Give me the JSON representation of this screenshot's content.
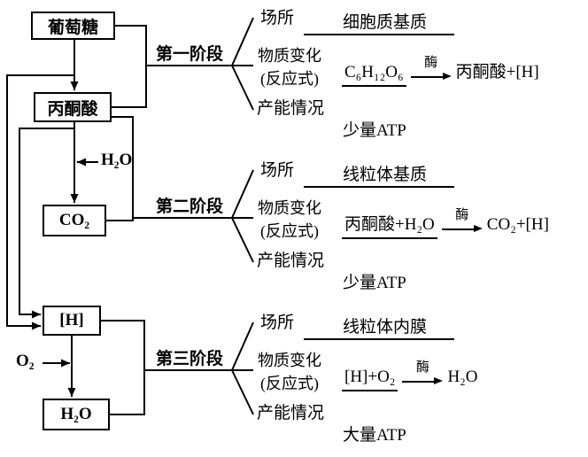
{
  "flowchart": {
    "glucose": "葡萄糖",
    "pyruvate": "丙酮酸",
    "co2": "CO₂",
    "h": "[H]",
    "h2o_box": "H₂O",
    "h2o_input": "H₂O",
    "o2_input": "O₂"
  },
  "stages": [
    {
      "label": "第一阶段",
      "site_label": "场所",
      "site_value": "细胞质基质",
      "change_label_1": "物质变化",
      "change_label_2": "(反应式)",
      "reaction": {
        "reactant": "C₆H₁₂O₆",
        "enzyme": "酶",
        "product": "丙酮酸+[H]"
      },
      "energy_label": "产能情况",
      "energy_value": "少量ATP"
    },
    {
      "label": "第二阶段",
      "site_label": "场所",
      "site_value": "线粒体基质",
      "change_label_1": "物质变化",
      "change_label_2": "(反应式)",
      "reaction": {
        "reactant": "丙酮酸+H₂O",
        "enzyme": "酶",
        "product": "CO₂+[H]"
      },
      "energy_label": "产能情况",
      "energy_value": "少量ATP"
    },
    {
      "label": "第三阶段",
      "site_label": "场所",
      "site_value": "线粒体内膜",
      "change_label_1": "物质变化",
      "change_label_2": "(反应式)",
      "reaction": {
        "reactant": "[H]+O₂",
        "enzyme": "酶",
        "product": "H₂O"
      },
      "energy_label": "产能情况",
      "energy_value": "大量ATP"
    }
  ]
}
